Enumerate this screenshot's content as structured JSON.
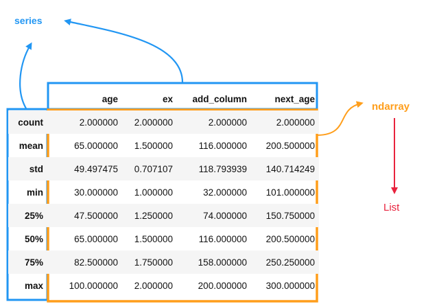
{
  "labels": {
    "series": "series",
    "ndarray": "ndarray",
    "list": "List"
  },
  "colors": {
    "series": "#2196f3",
    "ndarray": "#ff9e1b",
    "list": "#e8223d"
  },
  "table": {
    "columns": [
      "age",
      "ex",
      "add_column",
      "next_age"
    ],
    "rows": [
      {
        "index": "count",
        "values": [
          "2.000000",
          "2.000000",
          "2.000000",
          "2.000000"
        ]
      },
      {
        "index": "mean",
        "values": [
          "65.000000",
          "1.500000",
          "116.000000",
          "200.500000"
        ]
      },
      {
        "index": "std",
        "values": [
          "49.497475",
          "0.707107",
          "118.793939",
          "140.714249"
        ]
      },
      {
        "index": "min",
        "values": [
          "30.000000",
          "1.000000",
          "32.000000",
          "101.000000"
        ]
      },
      {
        "index": "25%",
        "values": [
          "47.500000",
          "1.250000",
          "74.000000",
          "150.750000"
        ]
      },
      {
        "index": "50%",
        "values": [
          "65.000000",
          "1.500000",
          "116.000000",
          "200.500000"
        ]
      },
      {
        "index": "75%",
        "values": [
          "82.500000",
          "1.750000",
          "158.000000",
          "250.250000"
        ]
      },
      {
        "index": "max",
        "values": [
          "100.000000",
          "2.000000",
          "200.000000",
          "300.000000"
        ]
      }
    ]
  }
}
